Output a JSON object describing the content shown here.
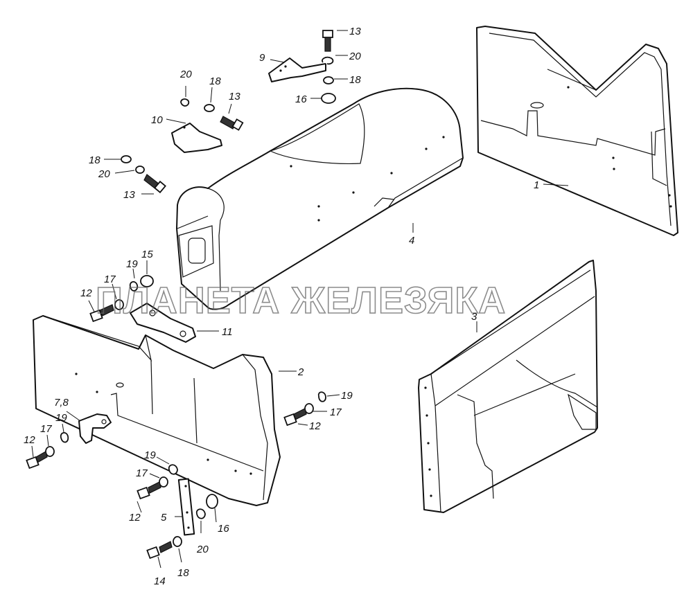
{
  "watermark": "ПЛАНЕТА ЖЕЛЕЗЯКА",
  "callouts": [
    {
      "id": "c-13a",
      "text": "13"
    },
    {
      "id": "c-20a",
      "text": "20"
    },
    {
      "id": "c-9",
      "text": "9"
    },
    {
      "id": "c-18a",
      "text": "18"
    },
    {
      "id": "c-16a",
      "text": "16"
    },
    {
      "id": "c-20b",
      "text": "20"
    },
    {
      "id": "c-18b",
      "text": "18"
    },
    {
      "id": "c-13b",
      "text": "13"
    },
    {
      "id": "c-10",
      "text": "10"
    },
    {
      "id": "c-18c",
      "text": "18"
    },
    {
      "id": "c-20c",
      "text": "20"
    },
    {
      "id": "c-13c",
      "text": "13"
    },
    {
      "id": "c-1",
      "text": "1"
    },
    {
      "id": "c-4",
      "text": "4"
    },
    {
      "id": "c-15",
      "text": "15"
    },
    {
      "id": "c-19a",
      "text": "19"
    },
    {
      "id": "c-17a",
      "text": "17"
    },
    {
      "id": "c-12a",
      "text": "12"
    },
    {
      "id": "c-11",
      "text": "11"
    },
    {
      "id": "c-3",
      "text": "3"
    },
    {
      "id": "c-2",
      "text": "2"
    },
    {
      "id": "c-19b",
      "text": "19"
    },
    {
      "id": "c-17b",
      "text": "17"
    },
    {
      "id": "c-12b",
      "text": "12"
    },
    {
      "id": "c-78",
      "text": "7,8"
    },
    {
      "id": "c-19c",
      "text": "19"
    },
    {
      "id": "c-17c",
      "text": "17"
    },
    {
      "id": "c-12c",
      "text": "12"
    },
    {
      "id": "c-19d",
      "text": "19"
    },
    {
      "id": "c-17d",
      "text": "17"
    },
    {
      "id": "c-12d",
      "text": "12"
    },
    {
      "id": "c-5",
      "text": "5"
    },
    {
      "id": "c-16b",
      "text": "16"
    },
    {
      "id": "c-20d",
      "text": "20"
    },
    {
      "id": "c-14",
      "text": "14"
    },
    {
      "id": "c-18d",
      "text": "18"
    }
  ]
}
